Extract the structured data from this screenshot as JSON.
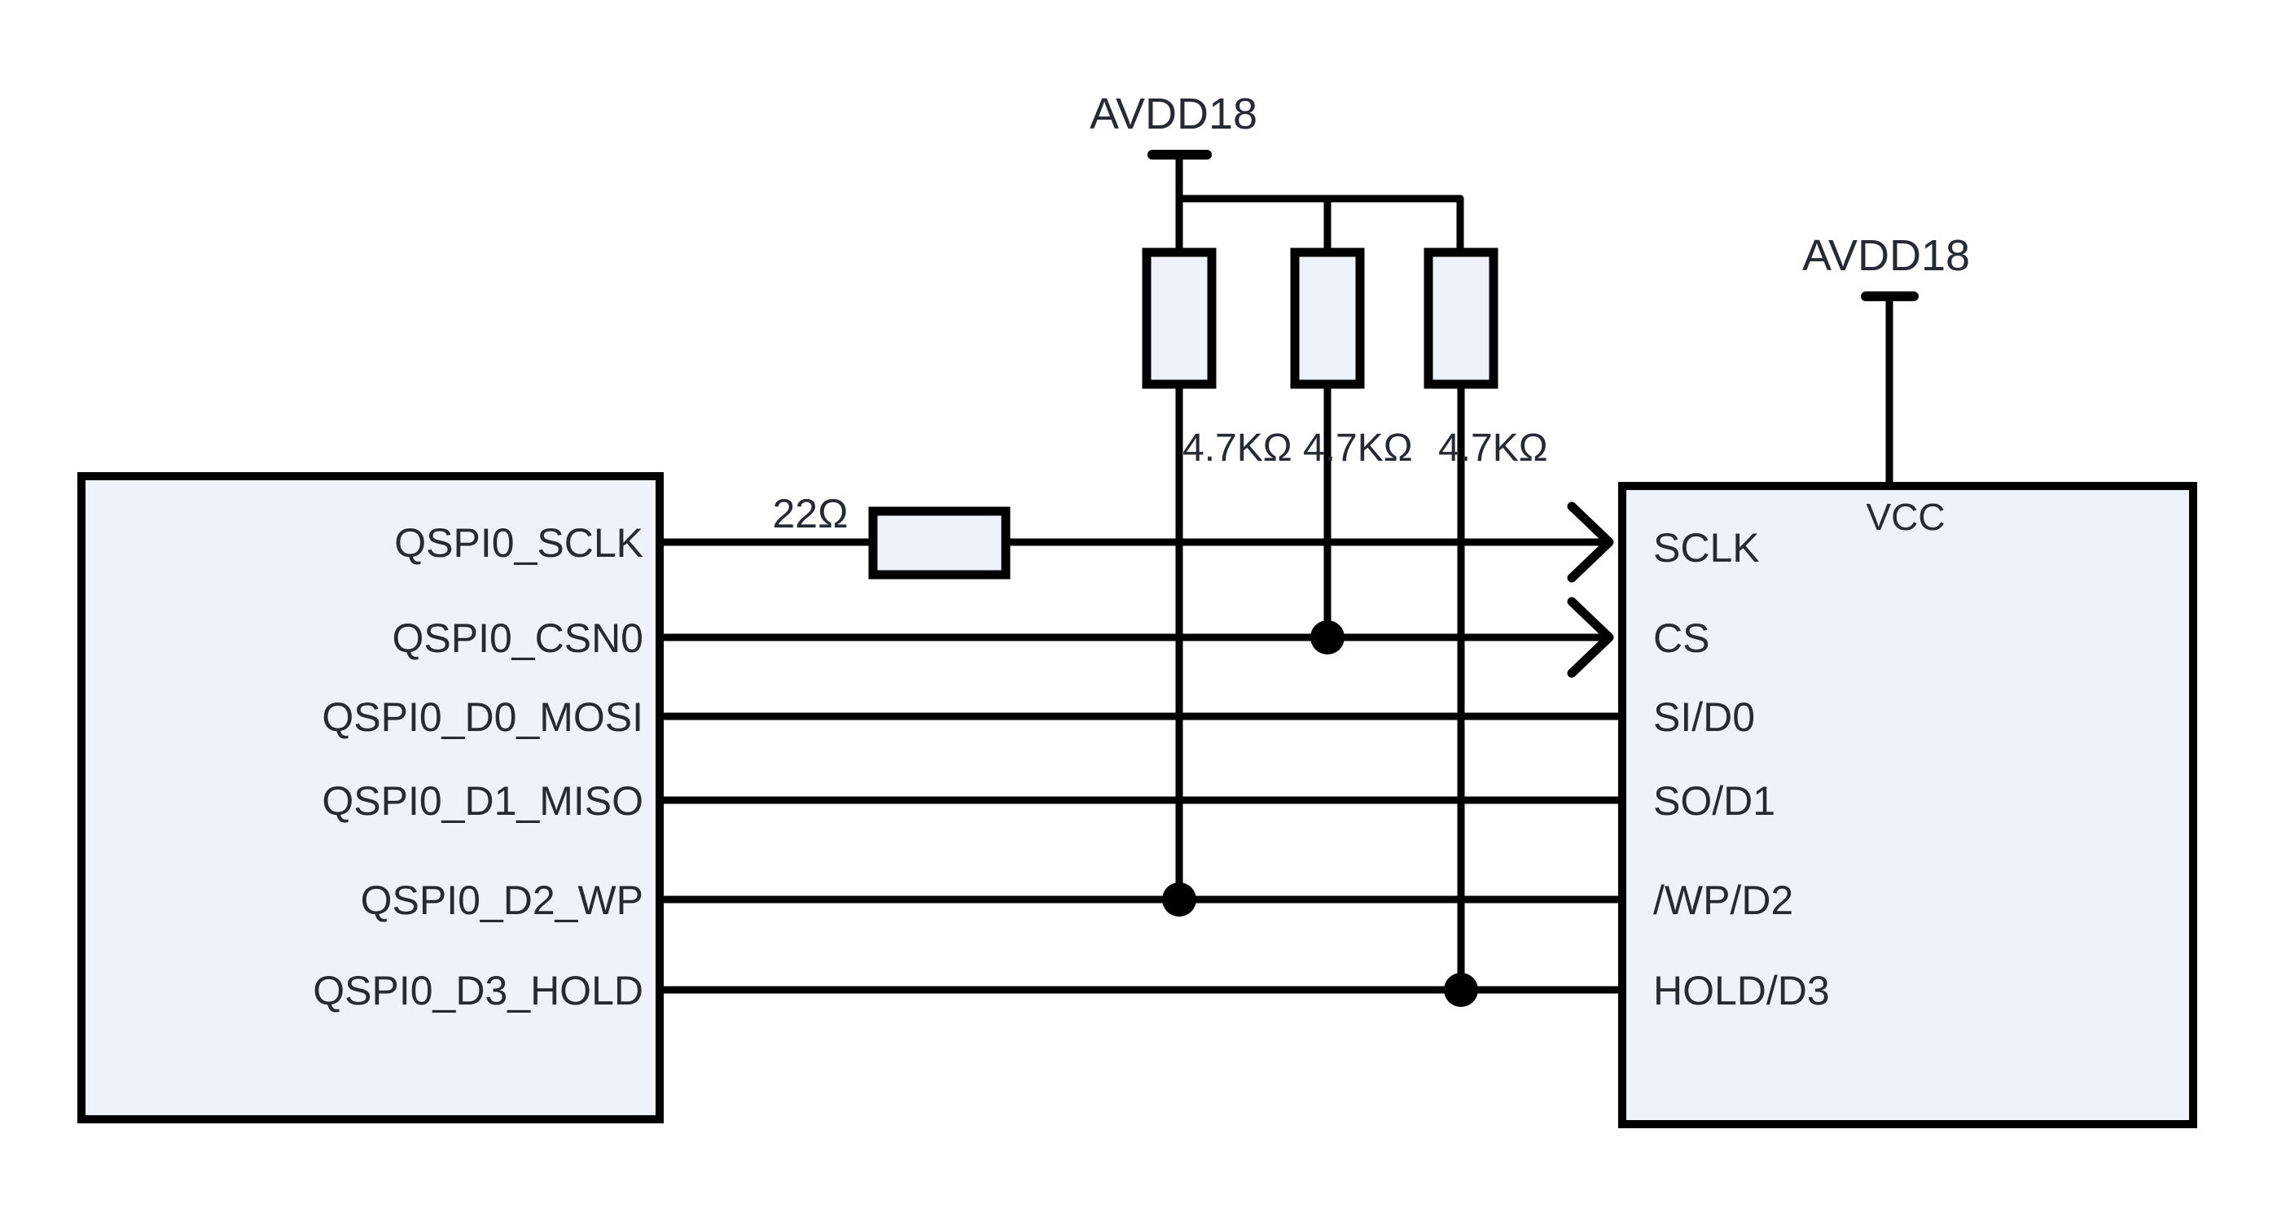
{
  "schematic": {
    "colors": {
      "background": "#ffffff",
      "wire": "#000000",
      "component_fill": "#eef2fb",
      "text": "#262b33"
    },
    "power_left_label": "AVDD18",
    "power_right_label": "AVDD18",
    "series_resistor_value": "22Ω",
    "pullup_values": [
      "4.7KΩ",
      "4.7KΩ",
      "4.7KΩ"
    ],
    "soc_pins": [
      "QSPI0_SCLK",
      "QSPI0_CSN0",
      "QSPI0_D0_MOSI",
      "QSPI0_D1_MISO",
      "QSPI0_D2_WP",
      "QSPI0_D3_HOLD"
    ],
    "flash_power_pin": "VCC",
    "flash_pins": [
      "SCLK",
      "CS",
      "SI/D0",
      "SO/D1",
      "/WP/D2",
      "HOLD/D3"
    ]
  }
}
